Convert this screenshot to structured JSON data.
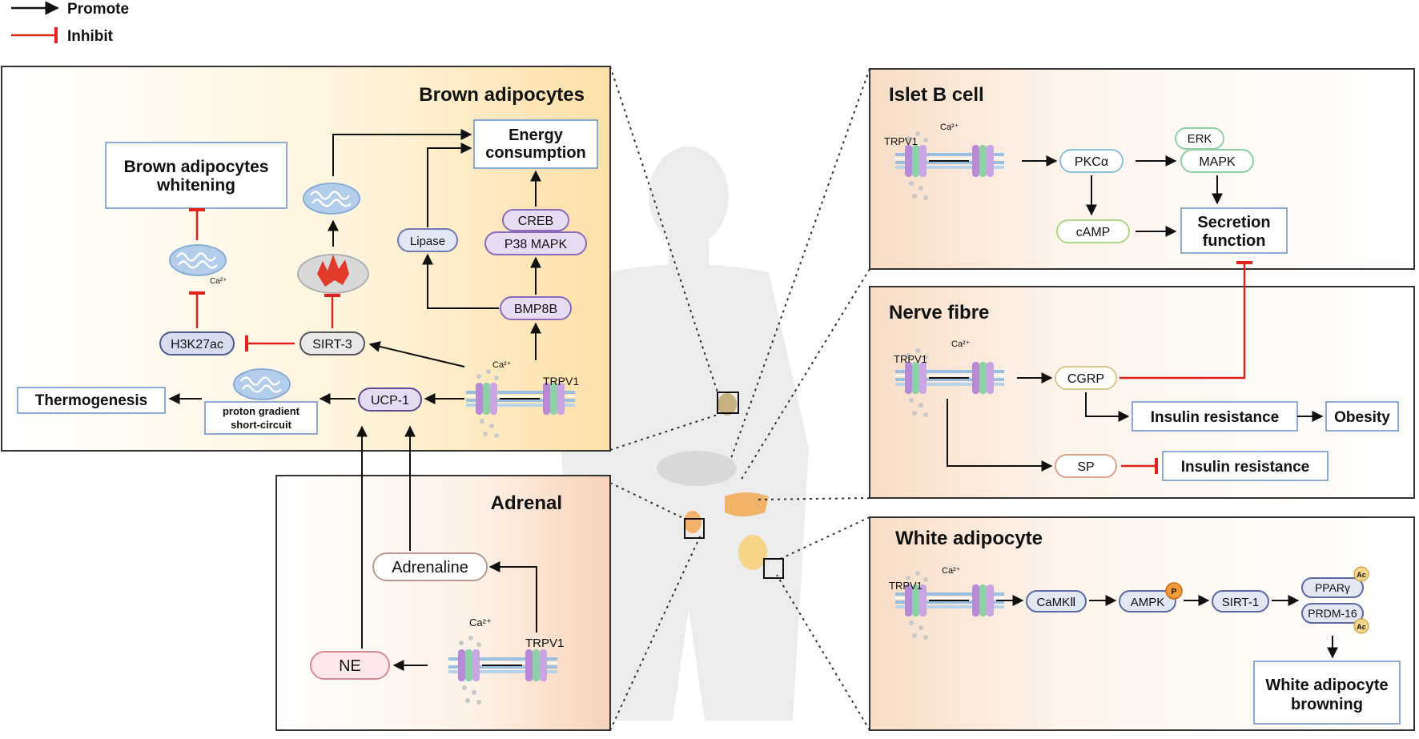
{
  "legend": {
    "promote": "Promote",
    "inhibit": "Inhibit"
  },
  "colors": {
    "promote": "#111111",
    "inhibit": "#e0241b",
    "panel_warm": "#fbe3b8",
    "panel_peach": "#f6d8c4"
  },
  "brown": {
    "title": "Brown  adipocytes",
    "whitening": [
      "Brown  adipocytes",
      "whitening"
    ],
    "energy": [
      "Energy",
      "consumption"
    ],
    "creb": "CREB",
    "p38": "P38 MAPK",
    "lipase": "Lipase",
    "bmp8b": "BMP8B",
    "h3k27ac": "H3K27ac",
    "sirt3": "SIRT-3",
    "ucp1": "UCP-1",
    "thermo": "Thermogenesis",
    "proton": [
      "proton gradient",
      "short-circuit"
    ],
    "trpv1": "TRPV1",
    "ca": "Ca²⁺"
  },
  "adrenal": {
    "title": "Adrenal",
    "adrenaline": "Adrenaline",
    "ne": "NE",
    "trpv1": "TRPV1",
    "ca": "Ca²⁺"
  },
  "islet": {
    "title": "Islet B cell",
    "trpv1": "TRPV1",
    "ca": "Ca²⁺",
    "pkc": "PKCα",
    "erk": "ERK",
    "mapk": "MAPK",
    "camp": "cAMP",
    "secretion": [
      "Secretion",
      "function"
    ]
  },
  "nerve": {
    "title": "Nerve fibre",
    "trpv1": "TRPV1",
    "ca": "Ca²⁺",
    "cgrp": "CGRP",
    "insulin1": "Insulin resistance",
    "obesity": "Obesity",
    "sp": "SP",
    "insulin2": "Insulin resistance"
  },
  "white": {
    "title": "White adipocyte",
    "trpv1": "TRPV1",
    "ca": "Ca²⁺",
    "camkii": "CaMKⅡ",
    "ampk": "AMPK",
    "p_badge": "P",
    "sirt1": "SIRT-1",
    "ppar": "PPARγ",
    "prdm16": "PRDM-16",
    "ac": "Ac",
    "browning": [
      "White adipocyte",
      "browning"
    ]
  }
}
